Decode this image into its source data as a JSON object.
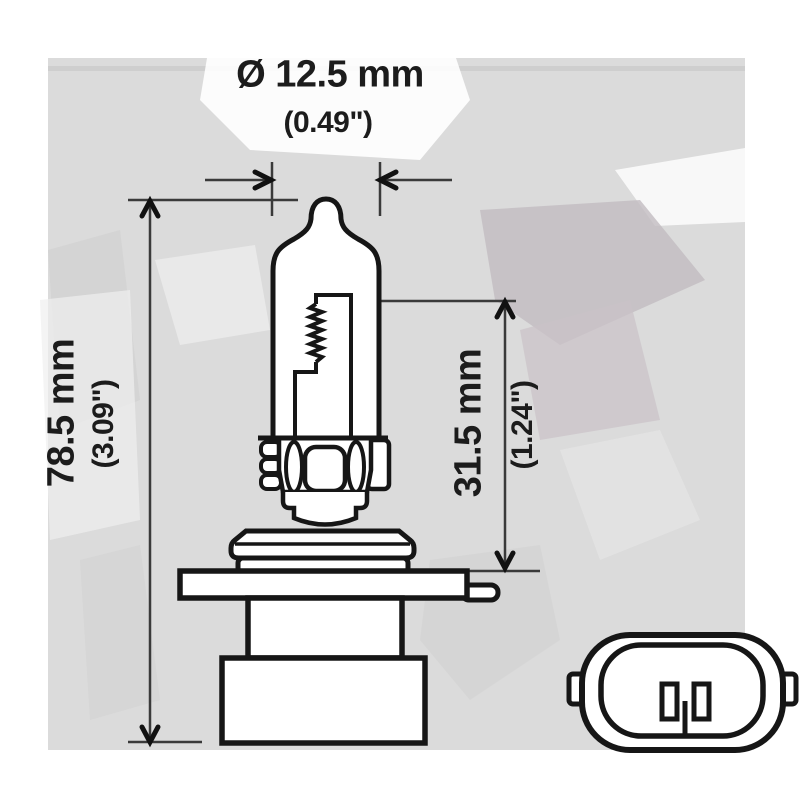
{
  "dimensions": {
    "diameter": {
      "metric": "Ø 12.5 mm",
      "imperial": "(0.49\")"
    },
    "overall_length": {
      "metric": "78.5 mm",
      "imperial": "(3.09\")"
    },
    "filament_length": {
      "metric": "31.5 mm",
      "imperial": "(1.24\")"
    }
  },
  "colors": {
    "line": "#161616",
    "dimension_line": "#3a3a3a",
    "background": "#ffffff",
    "field": "#dbdbdb"
  }
}
